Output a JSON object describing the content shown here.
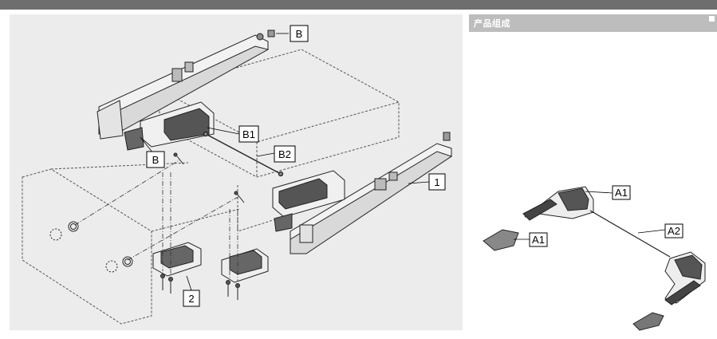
{
  "side_panel": {
    "title": "产品组成"
  },
  "callouts": {
    "b_top": "B",
    "b1": "B1",
    "b2": "B2",
    "b_left": "B",
    "one": "1",
    "two": "2",
    "a1_upper": "A1",
    "a1_lower": "A1",
    "a2": "A2"
  },
  "colors": {
    "panel": "#ececec",
    "header": "#bdbdbd",
    "topbar": "#6e6e6e"
  }
}
